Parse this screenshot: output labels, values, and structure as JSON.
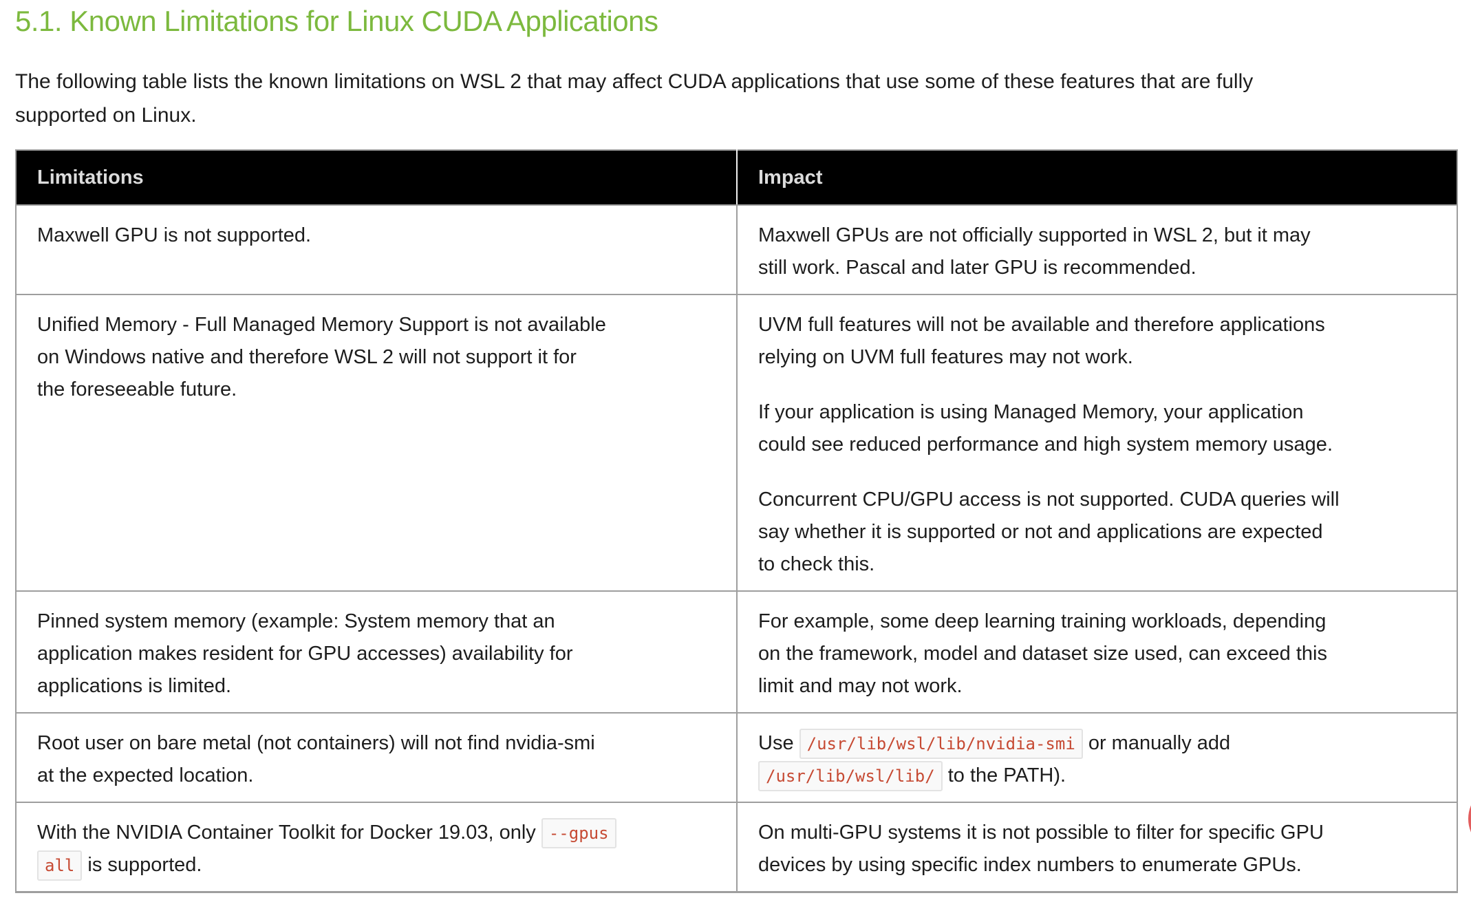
{
  "page": {
    "heading": "5.1. Known Limitations for Linux CUDA Applications",
    "intro_lines": [
      "The following table lists the known limitations on WSL 2 that may affect CUDA applications that use some of these features that are fully",
      "supported on Linux."
    ]
  },
  "colors": {
    "heading_green": "#7cb93e",
    "text_dark": "#1d1d1d",
    "header_bg": "#000000",
    "header_text": "#dcdcdc",
    "border_gray": "#9e9e9e",
    "code_red": "#c64a33",
    "code_bg": "#f9f9f9",
    "code_border": "#e3e3e3",
    "feedback_red": "#e25d5d"
  },
  "table": {
    "columns": [
      "Limitations",
      "Impact"
    ],
    "rows": [
      {
        "limitation": [
          [
            {
              "t": "text",
              "v": "Maxwell GPU is not supported."
            }
          ]
        ],
        "impact": [
          [
            {
              "t": "text",
              "v": "Maxwell GPUs are not officially supported in WSL 2, but it may"
            },
            {
              "t": "br"
            },
            {
              "t": "text",
              "v": "still work. Pascal and later GPU is recommended."
            }
          ]
        ]
      },
      {
        "limitation": [
          [
            {
              "t": "text",
              "v": "Unified Memory - Full Managed Memory Support is not available"
            },
            {
              "t": "br"
            },
            {
              "t": "text",
              "v": "on Windows native and therefore WSL 2 will not support it for"
            },
            {
              "t": "br"
            },
            {
              "t": "text",
              "v": "the foreseeable future."
            }
          ]
        ],
        "impact": [
          [
            {
              "t": "text",
              "v": "UVM full features will not be available and therefore applications"
            },
            {
              "t": "br"
            },
            {
              "t": "text",
              "v": "relying on UVM full features may not work."
            }
          ],
          [
            {
              "t": "text",
              "v": "If your application is using Managed Memory, your application"
            },
            {
              "t": "br"
            },
            {
              "t": "text",
              "v": "could see reduced performance and high system memory usage."
            }
          ],
          [
            {
              "t": "text",
              "v": "Concurrent CPU/GPU access is not supported. CUDA queries will"
            },
            {
              "t": "br"
            },
            {
              "t": "text",
              "v": "say whether it is supported or not and applications are expected"
            },
            {
              "t": "br"
            },
            {
              "t": "text",
              "v": "to check this."
            }
          ]
        ]
      },
      {
        "limitation": [
          [
            {
              "t": "text",
              "v": "Pinned system memory (example: System memory that an"
            },
            {
              "t": "br"
            },
            {
              "t": "text",
              "v": "application makes resident for GPU accesses) availability for"
            },
            {
              "t": "br"
            },
            {
              "t": "text",
              "v": "applications is limited."
            }
          ]
        ],
        "impact": [
          [
            {
              "t": "text",
              "v": "For example, some deep learning training workloads, depending"
            },
            {
              "t": "br"
            },
            {
              "t": "text",
              "v": "on the framework, model and dataset size used, can exceed this"
            },
            {
              "t": "br"
            },
            {
              "t": "text",
              "v": "limit and may not work."
            }
          ]
        ]
      },
      {
        "limitation": [
          [
            {
              "t": "text",
              "v": "Root user on bare metal (not containers) will not find nvidia-smi"
            },
            {
              "t": "br"
            },
            {
              "t": "text",
              "v": "at the expected location."
            }
          ]
        ],
        "impact": [
          [
            {
              "t": "text",
              "v": "Use "
            },
            {
              "t": "code",
              "v": "/usr/lib/wsl/lib/nvidia-smi"
            },
            {
              "t": "text",
              "v": " or manually add"
            },
            {
              "t": "br"
            },
            {
              "t": "code",
              "v": "/usr/lib/wsl/lib/"
            },
            {
              "t": "text",
              "v": " to the PATH)."
            }
          ]
        ]
      },
      {
        "limitation": [
          [
            {
              "t": "text",
              "v": "With the NVIDIA Container Toolkit for Docker 19.03, only "
            },
            {
              "t": "code",
              "v": "--gpus"
            },
            {
              "t": "br"
            },
            {
              "t": "code",
              "v": "all"
            },
            {
              "t": "text",
              "v": " is supported."
            }
          ]
        ],
        "impact": [
          [
            {
              "t": "text",
              "v": "On multi-GPU systems it is not possible to filter for specific GPU"
            },
            {
              "t": "br"
            },
            {
              "t": "text",
              "v": "devices by using specific index numbers to enumerate GPUs."
            }
          ]
        ]
      }
    ]
  }
}
